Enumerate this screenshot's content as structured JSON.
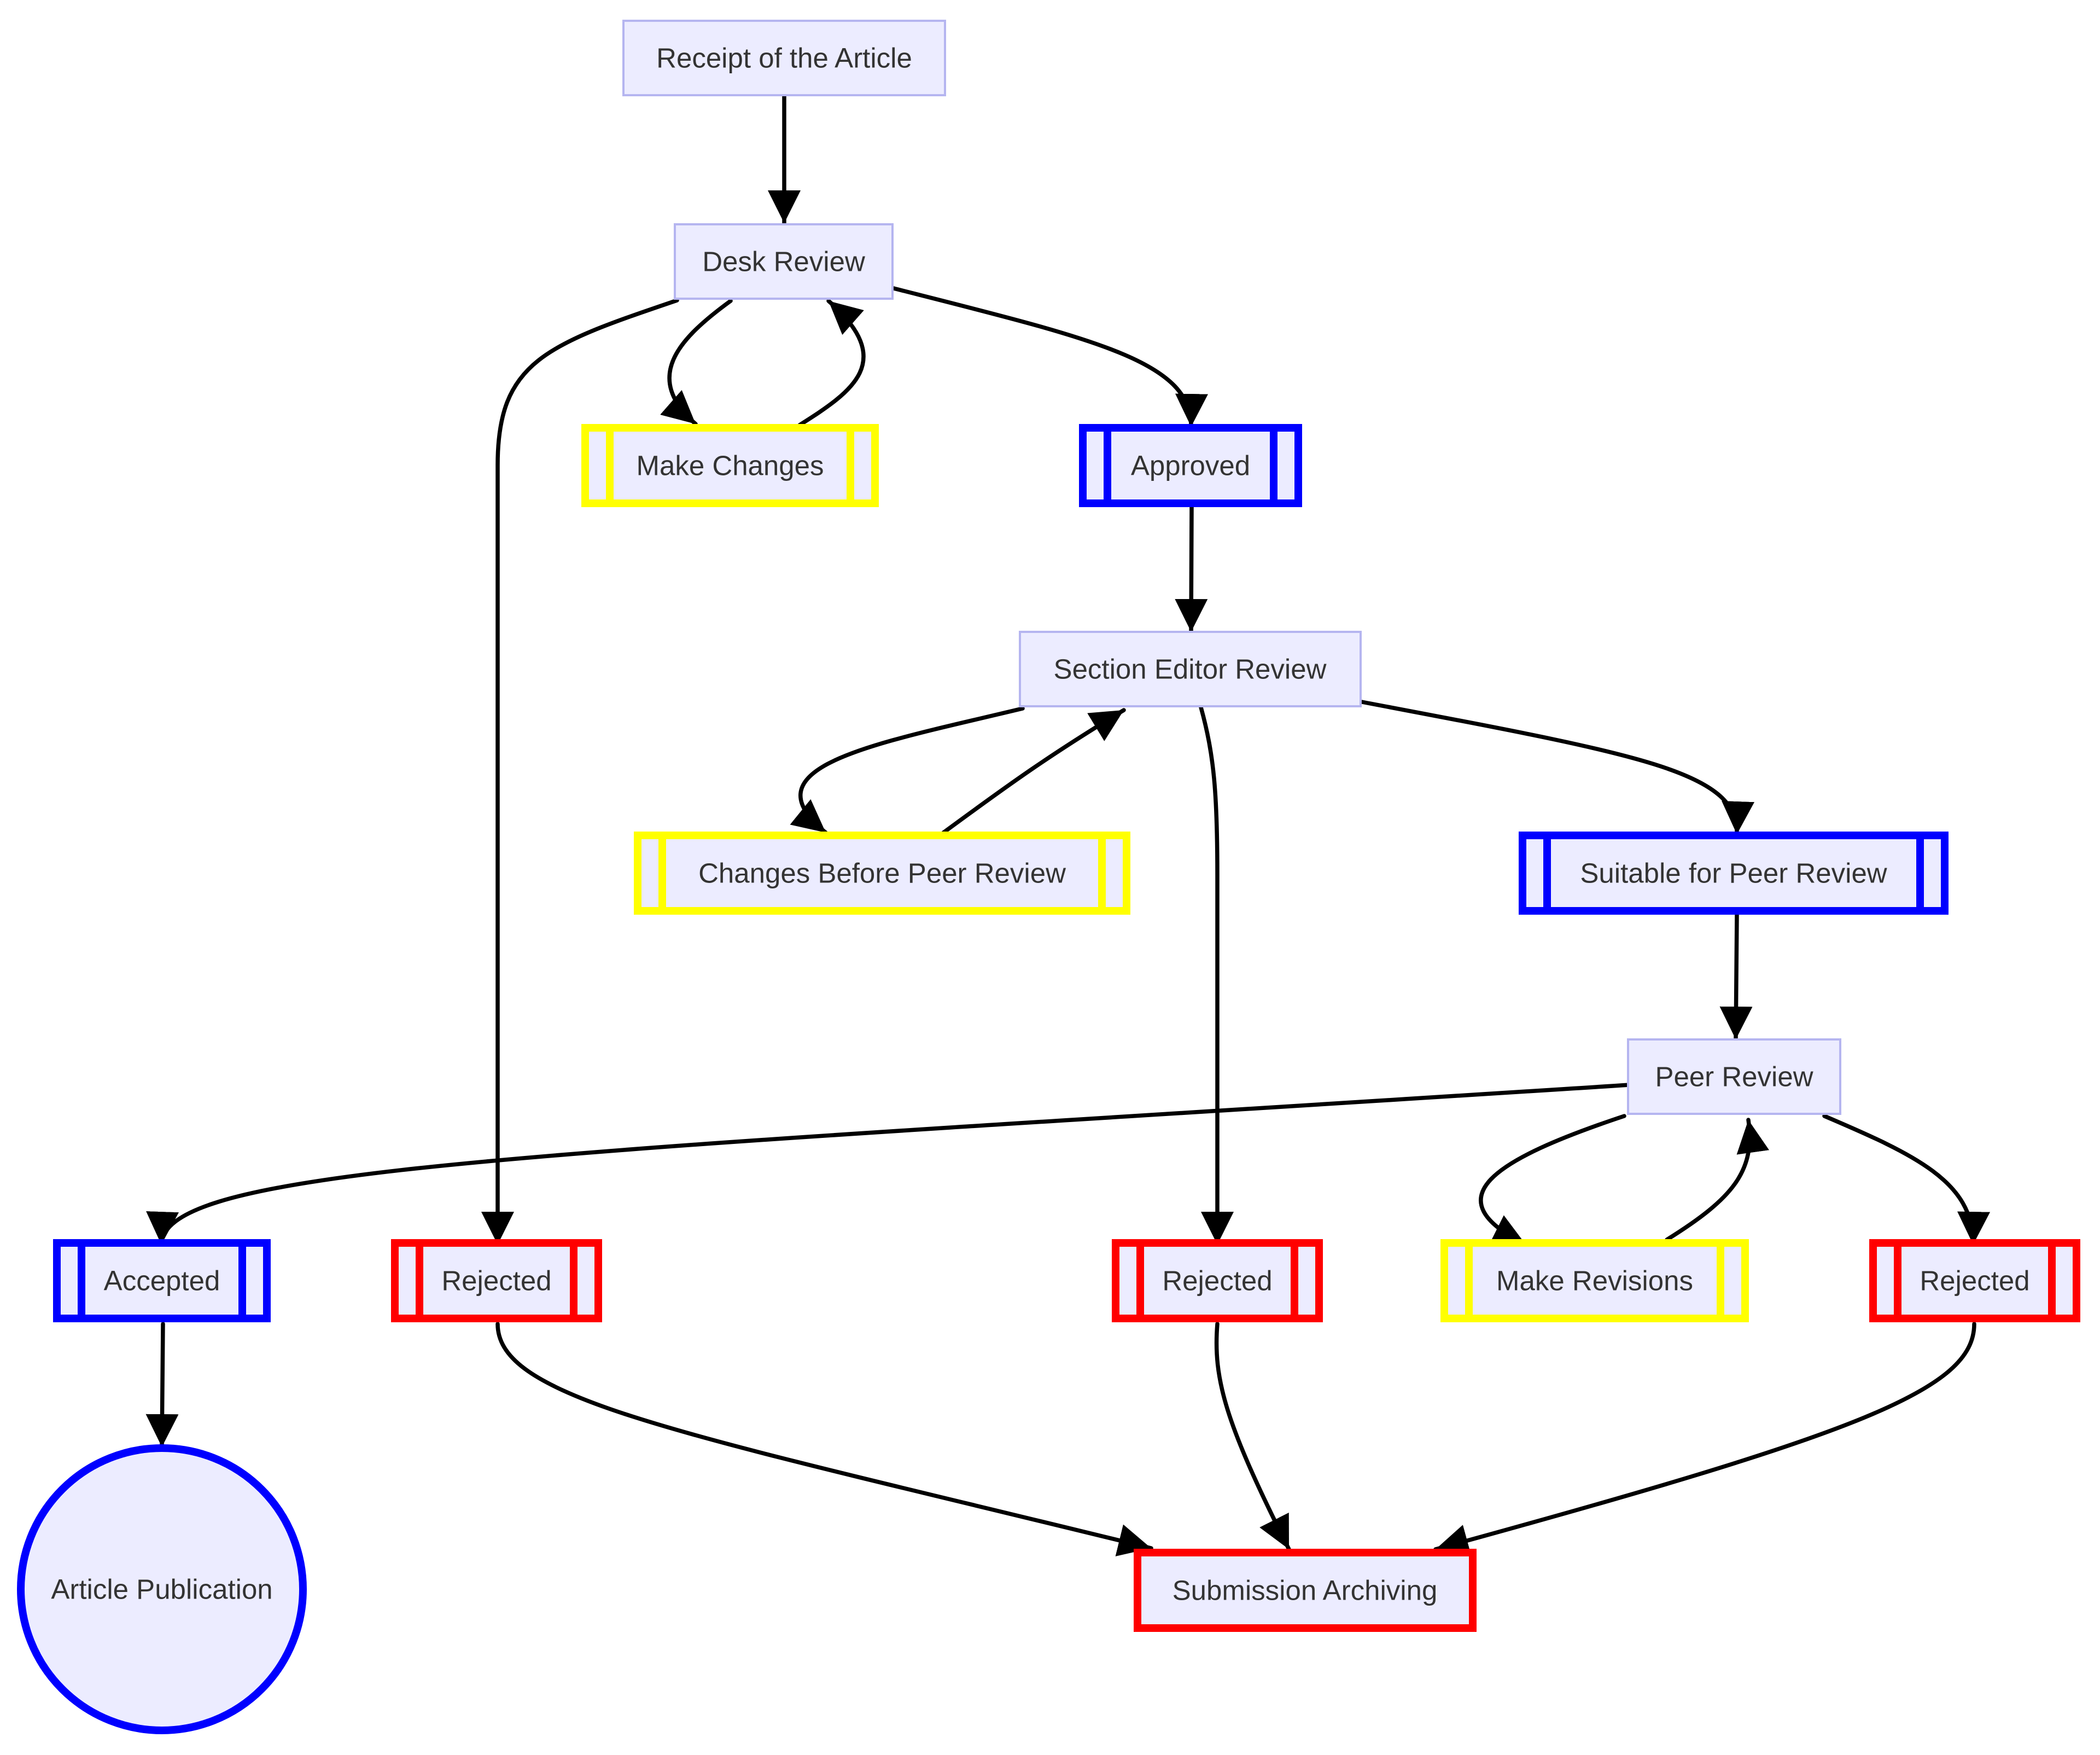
{
  "colors": {
    "node_fill": "#ECECFF",
    "node_border": "#B5B5F0",
    "edge": "#000000",
    "text": "#333333",
    "blue": "#0000FF",
    "yellow": "#FFFF00",
    "red": "#FF0000"
  },
  "nodes": {
    "receipt": {
      "label": "Receipt of the Article",
      "shape": "rect"
    },
    "desk_review": {
      "label": "Desk Review",
      "shape": "rect"
    },
    "make_changes": {
      "label": "Make Changes",
      "shape": "subroutine",
      "color": "yellow"
    },
    "approved": {
      "label": "Approved",
      "shape": "subroutine",
      "color": "blue"
    },
    "section_editor_review": {
      "label": "Section Editor Review",
      "shape": "rect"
    },
    "changes_before_peer_review": {
      "label": "Changes Before Peer Review",
      "shape": "subroutine",
      "color": "yellow"
    },
    "suitable_for_peer_review": {
      "label": "Suitable for Peer Review",
      "shape": "subroutine",
      "color": "blue"
    },
    "peer_review": {
      "label": "Peer Review",
      "shape": "rect"
    },
    "accepted": {
      "label": "Accepted",
      "shape": "subroutine",
      "color": "blue"
    },
    "rejected_desk": {
      "label": "Rejected",
      "shape": "subroutine",
      "color": "red"
    },
    "rejected_section": {
      "label": "Rejected",
      "shape": "subroutine",
      "color": "red"
    },
    "make_revisions": {
      "label": "Make Revisions",
      "shape": "subroutine",
      "color": "yellow"
    },
    "rejected_peer": {
      "label": "Rejected",
      "shape": "subroutine",
      "color": "red"
    },
    "article_publication": {
      "label": "Article Publication",
      "shape": "circle",
      "color": "blue"
    },
    "submission_archiving": {
      "label": "Submission Archiving",
      "shape": "rect-bold",
      "color": "red"
    }
  },
  "edges": [
    {
      "from": "receipt",
      "to": "desk_review"
    },
    {
      "from": "desk_review",
      "to": "make_changes"
    },
    {
      "from": "make_changes",
      "to": "desk_review"
    },
    {
      "from": "desk_review",
      "to": "approved"
    },
    {
      "from": "desk_review",
      "to": "rejected_desk"
    },
    {
      "from": "approved",
      "to": "section_editor_review"
    },
    {
      "from": "section_editor_review",
      "to": "changes_before_peer_review"
    },
    {
      "from": "changes_before_peer_review",
      "to": "section_editor_review"
    },
    {
      "from": "section_editor_review",
      "to": "rejected_section"
    },
    {
      "from": "section_editor_review",
      "to": "suitable_for_peer_review"
    },
    {
      "from": "suitable_for_peer_review",
      "to": "peer_review"
    },
    {
      "from": "peer_review",
      "to": "accepted"
    },
    {
      "from": "peer_review",
      "to": "make_revisions"
    },
    {
      "from": "make_revisions",
      "to": "peer_review"
    },
    {
      "from": "peer_review",
      "to": "rejected_peer"
    },
    {
      "from": "accepted",
      "to": "article_publication"
    },
    {
      "from": "rejected_desk",
      "to": "submission_archiving"
    },
    {
      "from": "rejected_section",
      "to": "submission_archiving"
    },
    {
      "from": "rejected_peer",
      "to": "submission_archiving"
    }
  ]
}
